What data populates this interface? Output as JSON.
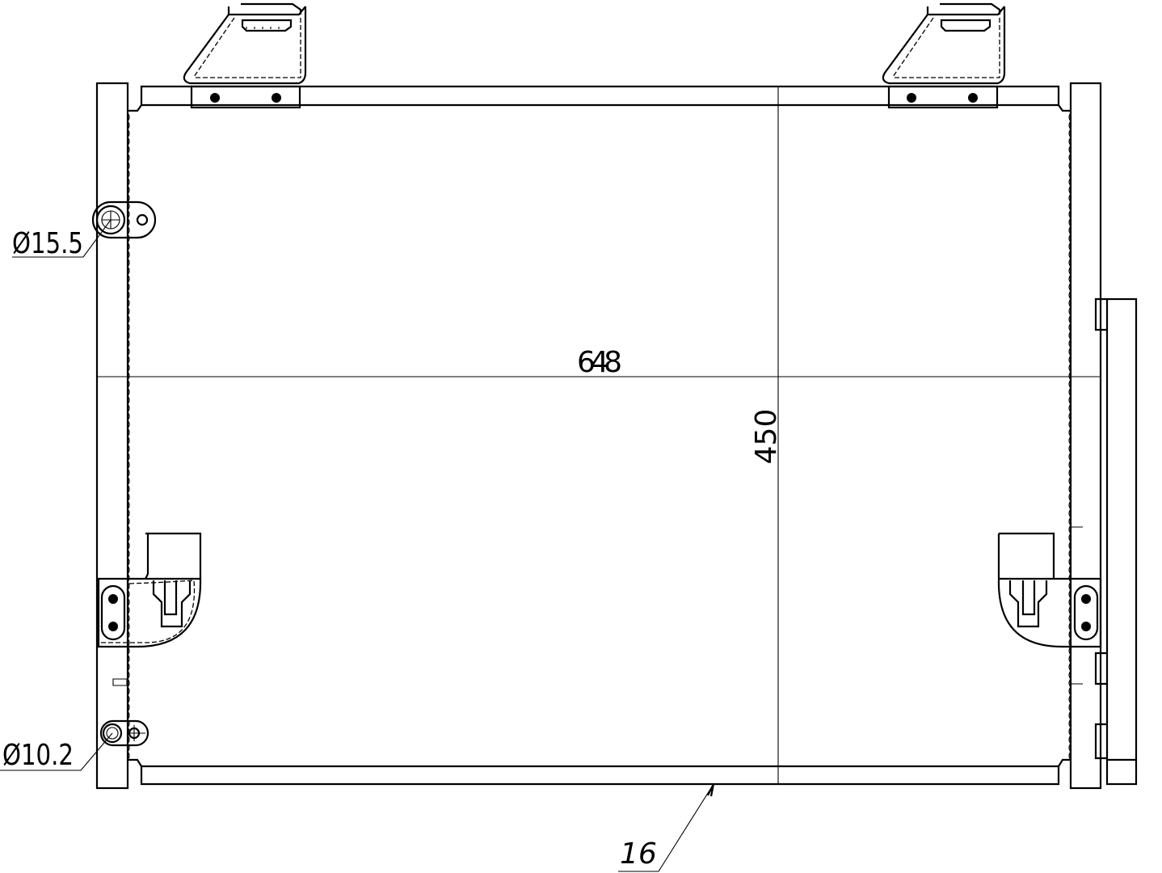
{
  "drawing": {
    "dimensions": {
      "width": "648",
      "height": "450",
      "thickness": "16"
    },
    "fittings": {
      "inlet_diameter": "Ø15.5",
      "outlet_diameter": "Ø10.2"
    }
  }
}
